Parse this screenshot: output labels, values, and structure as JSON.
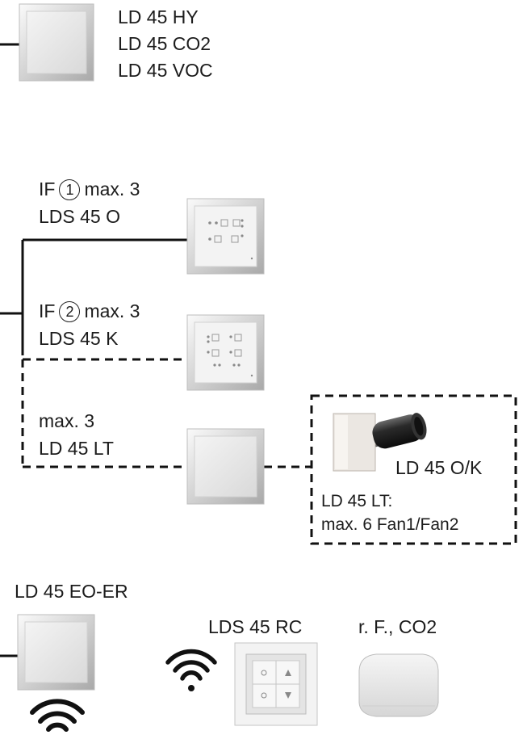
{
  "sensors": {
    "lines": [
      "LD 45 HY",
      "LD 45 CO2",
      "LD 45 VOC"
    ]
  },
  "interface1": {
    "prefix": "IF",
    "number": "1",
    "suffix": "max. 3",
    "model": "LDS 45 O"
  },
  "interface2": {
    "prefix": "IF",
    "number": "2",
    "suffix": "max. 3",
    "model": "LDS 45 K"
  },
  "lt_branch": {
    "count": "max. 3",
    "model": "LD 45 LT"
  },
  "fan_box": {
    "fan_label": "LD 45 O/K",
    "note_line1": "LD 45 LT:",
    "note_line2": "max. 6 Fan1/Fan2"
  },
  "wireless": {
    "receiver_label": "LD 45 EO-ER",
    "remote_label": "LDS 45 RC",
    "sensor_label": "r. F., CO2"
  },
  "colors": {
    "line": "#111111",
    "panel_light": "#f2f2f2",
    "panel_dark": "#b9b9b9"
  }
}
